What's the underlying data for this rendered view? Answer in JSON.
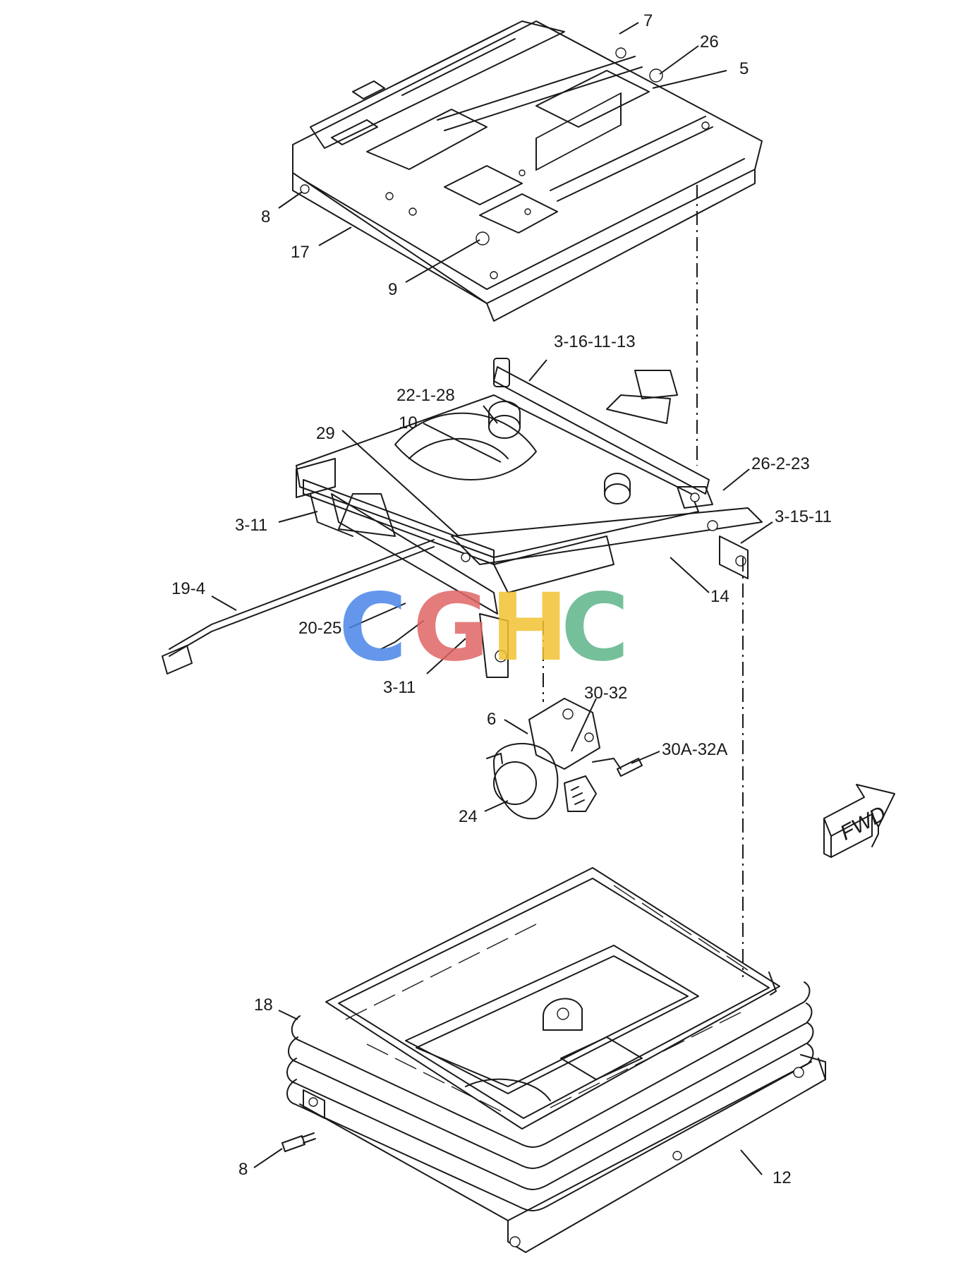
{
  "watermark": {
    "letters": [
      {
        "char": "C",
        "color": "#4a86e8"
      },
      {
        "char": "G",
        "color": "#e06666"
      },
      {
        "char": "H",
        "color": "#f1c232"
      },
      {
        "char": "C",
        "color": "#5fb48a"
      }
    ]
  },
  "direction_marker": {
    "label": "FWD"
  },
  "callouts": [
    {
      "id": "c7",
      "label": "7"
    },
    {
      "id": "c26",
      "label": "26"
    },
    {
      "id": "c5",
      "label": "5"
    },
    {
      "id": "c8a",
      "label": "8"
    },
    {
      "id": "c17",
      "label": "17"
    },
    {
      "id": "c9",
      "label": "9"
    },
    {
      "id": "c3161113",
      "label": "3-16-11-13"
    },
    {
      "id": "c22128",
      "label": "22-1-28"
    },
    {
      "id": "c10",
      "label": "10"
    },
    {
      "id": "c29",
      "label": "29"
    },
    {
      "id": "c26223",
      "label": "26-2-23"
    },
    {
      "id": "c311a",
      "label": "3-11"
    },
    {
      "id": "c31511",
      "label": "3-15-11"
    },
    {
      "id": "c194",
      "label": "19-4"
    },
    {
      "id": "c14",
      "label": "14"
    },
    {
      "id": "c2025",
      "label": "20-25"
    },
    {
      "id": "c311b",
      "label": "3-11"
    },
    {
      "id": "c3032",
      "label": "30-32"
    },
    {
      "id": "c6",
      "label": "6"
    },
    {
      "id": "c30a32a",
      "label": "30A-32A"
    },
    {
      "id": "c24",
      "label": "24"
    },
    {
      "id": "c18",
      "label": "18"
    },
    {
      "id": "c8b",
      "label": "8"
    },
    {
      "id": "c12",
      "label": "12"
    }
  ]
}
